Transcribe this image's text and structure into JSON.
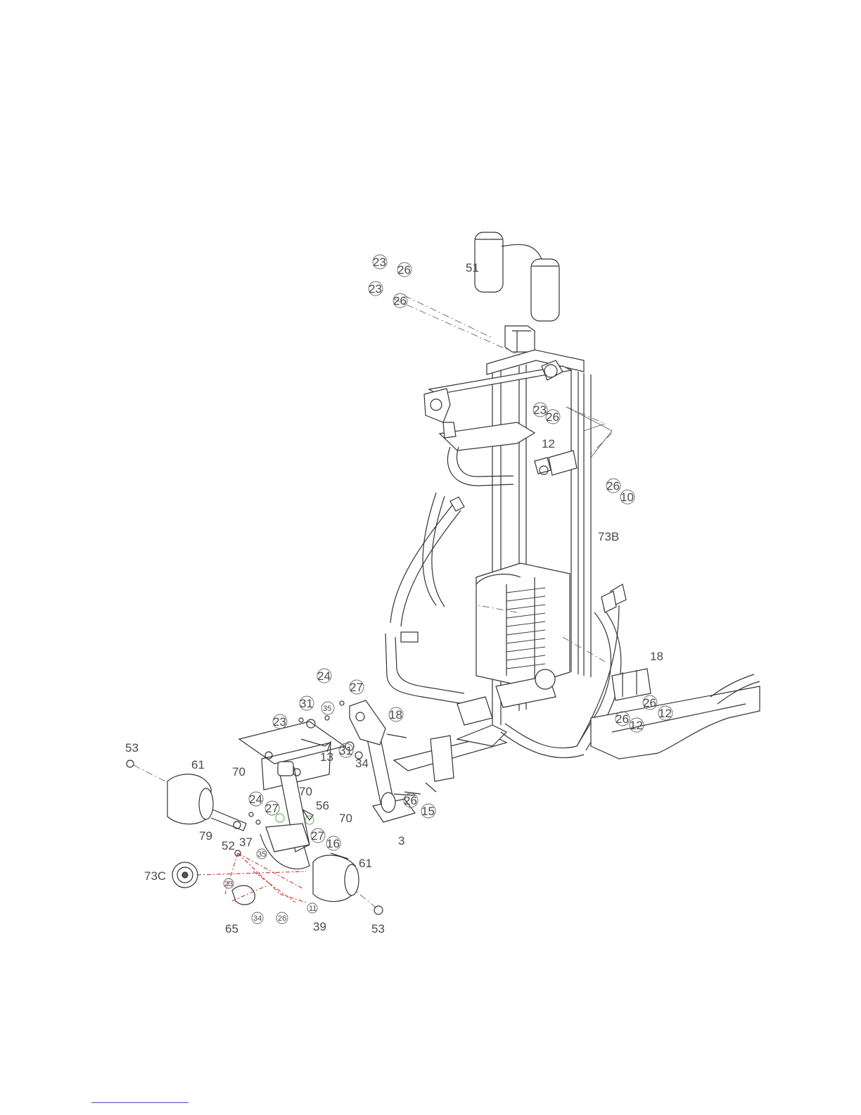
{
  "diagram": {
    "type": "exploded-parts-assembly",
    "part_labels": [
      {
        "id": "p23a",
        "text": "23"
      },
      {
        "id": "p26a",
        "text": "26"
      },
      {
        "id": "p12a",
        "text": "12"
      },
      {
        "id": "p26b",
        "text": "26"
      },
      {
        "id": "p10",
        "text": "10"
      },
      {
        "id": "p73b",
        "text": "73B"
      },
      {
        "id": "p23b",
        "text": "23"
      },
      {
        "id": "p26c",
        "text": "26"
      },
      {
        "id": "p23c",
        "text": "23"
      },
      {
        "id": "p26d",
        "text": "26"
      },
      {
        "id": "p51",
        "text": "51"
      },
      {
        "id": "p18a",
        "text": "18"
      },
      {
        "id": "p26e",
        "text": "26"
      },
      {
        "id": "p12b",
        "text": "12"
      },
      {
        "id": "p26f",
        "text": "26"
      },
      {
        "id": "p12c",
        "text": "12"
      },
      {
        "id": "p24a",
        "text": "24"
      },
      {
        "id": "p27a",
        "text": "27"
      },
      {
        "id": "p31a",
        "text": "31"
      },
      {
        "id": "p35a",
        "text": "35"
      },
      {
        "id": "p23d",
        "text": "23"
      },
      {
        "id": "p18b",
        "text": "18"
      },
      {
        "id": "p13",
        "text": "13"
      },
      {
        "id": "p31b",
        "text": "31"
      },
      {
        "id": "p34a",
        "text": "34"
      },
      {
        "id": "p53a",
        "text": "53"
      },
      {
        "id": "p61a",
        "text": "61"
      },
      {
        "id": "p70a",
        "text": "70"
      },
      {
        "id": "p24b",
        "text": "24"
      },
      {
        "id": "p27b",
        "text": "27"
      },
      {
        "id": "p70b",
        "text": "70"
      },
      {
        "id": "p56",
        "text": "56"
      },
      {
        "id": "p70c",
        "text": "70"
      },
      {
        "id": "p27c",
        "text": "27"
      },
      {
        "id": "p79",
        "text": "79"
      },
      {
        "id": "p52",
        "text": "52"
      },
      {
        "id": "p37",
        "text": "37"
      },
      {
        "id": "p16",
        "text": "16"
      },
      {
        "id": "p26g",
        "text": "26"
      },
      {
        "id": "p15",
        "text": "15"
      },
      {
        "id": "p3",
        "text": "3"
      },
      {
        "id": "p35b",
        "text": "35"
      },
      {
        "id": "p61b",
        "text": "61"
      },
      {
        "id": "p73c",
        "text": "73C"
      },
      {
        "id": "p23e",
        "text": "23"
      },
      {
        "id": "p11",
        "text": "11"
      },
      {
        "id": "p34b",
        "text": "34"
      },
      {
        "id": "p26h",
        "text": "26"
      },
      {
        "id": "p65",
        "text": "65"
      },
      {
        "id": "p39",
        "text": "39"
      },
      {
        "id": "p53b",
        "text": "53"
      }
    ]
  }
}
